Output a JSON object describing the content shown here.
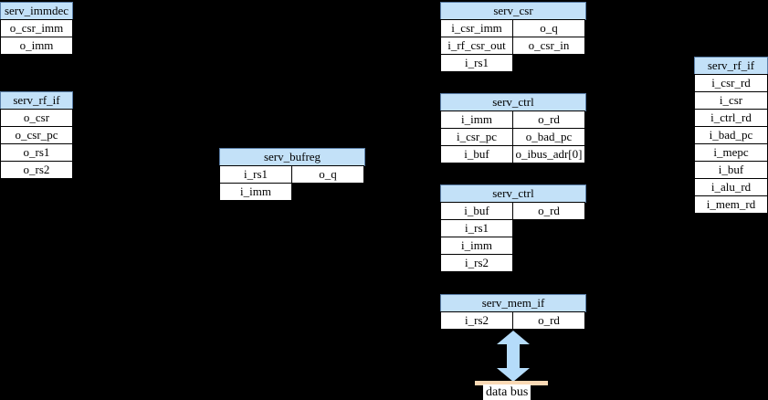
{
  "colors": {
    "header_fill": "#c3e1f8",
    "header_border": "#5b7fa8",
    "cell_fill": "#ffffff",
    "cell_border": "#000000",
    "arrow_fill": "#b5dcfa",
    "bus_bar_fill": "#fad9b5",
    "background": "#000000"
  },
  "boxes": [
    {
      "id": "immdec",
      "title": "serv_immdec",
      "columns": 1,
      "rows": [
        [
          "o_csr_imm"
        ],
        [
          "o_imm"
        ]
      ]
    },
    {
      "id": "rf_if_left",
      "title": "serv_rf_if",
      "columns": 1,
      "rows": [
        [
          "o_csr"
        ],
        [
          "o_csr_pc"
        ],
        [
          "o_rs1"
        ],
        [
          "o_rs2"
        ]
      ]
    },
    {
      "id": "bufreg",
      "title": "serv_bufreg",
      "columns": 2,
      "rows": [
        [
          "i_rs1",
          "o_q"
        ],
        [
          "i_imm",
          null
        ]
      ]
    },
    {
      "id": "csr",
      "title": "serv_csr",
      "columns": 2,
      "rows": [
        [
          "i_csr_imm",
          "o_q"
        ],
        [
          "i_rf_csr_out",
          "o_csr_in"
        ],
        [
          "i_rs1",
          null
        ]
      ]
    },
    {
      "id": "ctrl1",
      "title": "serv_ctrl",
      "columns": 2,
      "rows": [
        [
          "i_imm",
          "o_rd"
        ],
        [
          "i_csr_pc",
          "o_bad_pc"
        ],
        [
          "i_buf",
          "o_ibus_adr[0]"
        ]
      ]
    },
    {
      "id": "ctrl2",
      "title": "serv_ctrl",
      "columns": 2,
      "rows": [
        [
          "i_buf",
          "o_rd"
        ],
        [
          "i_rs1",
          null
        ],
        [
          "i_imm",
          null
        ],
        [
          "i_rs2",
          null
        ]
      ]
    },
    {
      "id": "mem_if",
      "title": "serv_mem_if",
      "columns": 2,
      "rows": [
        [
          "i_rs2",
          "o_rd"
        ]
      ]
    },
    {
      "id": "rf_if_right",
      "title": "serv_rf_if",
      "columns": 1,
      "rows": [
        [
          "i_csr_rd"
        ],
        [
          "i_csr"
        ],
        [
          "i_ctrl_rd"
        ],
        [
          "i_bad_pc"
        ],
        [
          "i_mepc"
        ],
        [
          "i_buf"
        ],
        [
          "i_alu_rd"
        ],
        [
          "i_mem_rd"
        ]
      ]
    }
  ],
  "bus": {
    "label": "data bus",
    "arrow_icon": "double-arrow-vertical-icon"
  }
}
